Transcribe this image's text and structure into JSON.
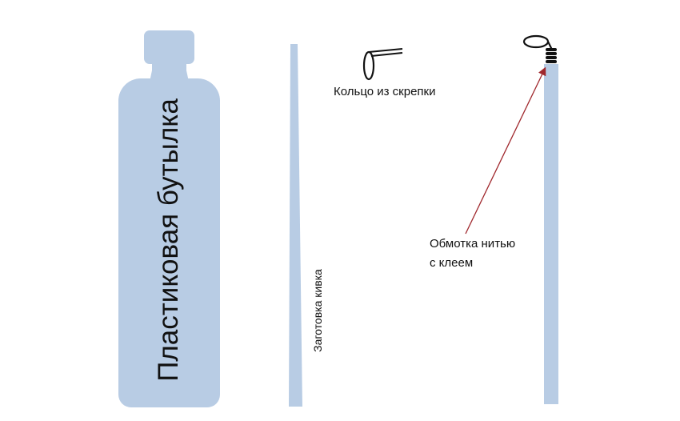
{
  "colors": {
    "shape_fill": "#b8cce4",
    "arrow": "#a0282d",
    "text": "#111111",
    "wire": "#111111",
    "background": "#ffffff"
  },
  "bottle": {
    "label": "Пластиковая бутылка"
  },
  "blank": {
    "label": "Заготовка кивка"
  },
  "ring": {
    "label": "Кольцо из скрепки",
    "icon": "paperclip-ring-icon"
  },
  "assembled": {
    "wrap_label_line1": "Обмотка нитью",
    "wrap_label_line2": "с клеем",
    "icon": "wound-thread-icon"
  }
}
